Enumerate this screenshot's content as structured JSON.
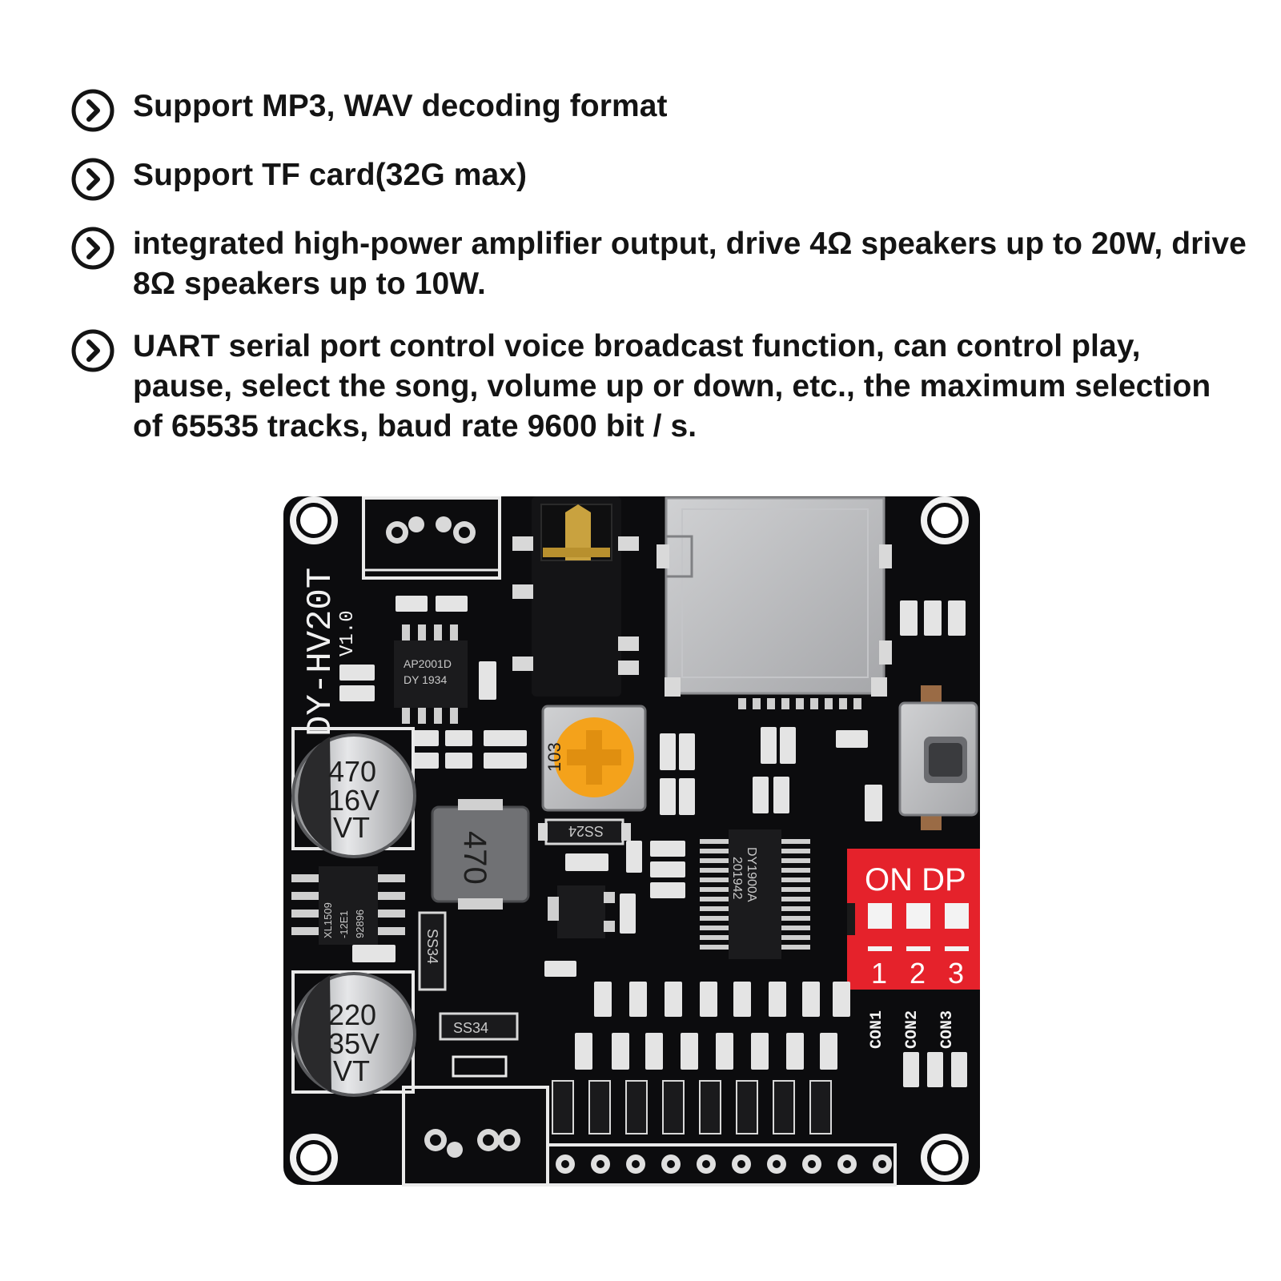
{
  "features": [
    {
      "icon": "chevron-right-circle-icon",
      "text": "Support MP3, WAV decoding format"
    },
    {
      "icon": "chevron-right-circle-icon",
      "text": "Support TF card(32G max)"
    },
    {
      "icon": "chevron-right-circle-icon",
      "text": "integrated high-power amplifier output, drive 4Ω speakers up to 20W, drive 8Ω speakers up to 10W."
    },
    {
      "icon": "chevron-right-circle-icon",
      "text": "UART serial port control voice broadcast function, can control play, pause, select the song, volume up or down, etc., the maximum selection of 65535 tracks, baud rate 9600 bit / s."
    }
  ],
  "board": {
    "model": "DY-HV20T",
    "version": "V1.0",
    "amp_chip": [
      "AP2001D",
      "DY 1934"
    ],
    "decoder_chip": [
      "DY1900A",
      "201942"
    ],
    "regulator_chip": [
      "XL1509",
      "-12E1",
      "92896"
    ],
    "cap1": [
      "470",
      "16V",
      "VT"
    ],
    "cap2": [
      "220",
      "35V",
      "VT"
    ],
    "inductor": "470",
    "diode1": "SS24",
    "diode2": "SS34",
    "diode3": "SS34",
    "trimmer": "103",
    "dip_label": "ON DP",
    "dip_numbers": [
      "1",
      "2",
      "3"
    ],
    "con_labels": [
      "CON1",
      "CON2",
      "CON3"
    ],
    "colors": {
      "pcb": "#0c0c0e",
      "dip": "#e5222b",
      "trimmer": "#f4a21b",
      "metal": "#b9babc"
    }
  }
}
